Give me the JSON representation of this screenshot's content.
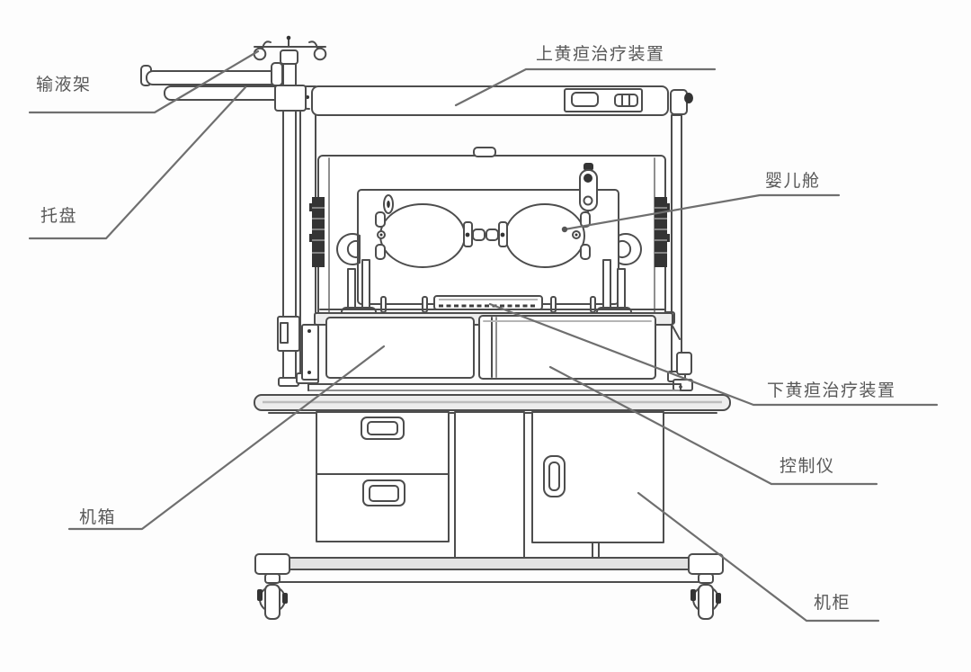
{
  "diagram": {
    "type": "technical-line-drawing",
    "subject": "infant incubator with upper and lower jaundice phototherapy devices, front view with callout labels",
    "colors": {
      "line": "#4d4d4d",
      "leader_line": "#6f6f6f",
      "label_text": "#585858",
      "background": "#fdfdfd",
      "dark_fill": "#343434"
    },
    "labels": {
      "iv_stand": "输液架",
      "tray": "托盘",
      "upper_jaundice_device": "上黄疸治疗装置",
      "infant_compartment": "婴儿舱",
      "lower_jaundice_device": "下黄疸治疗装置",
      "controller": "控制仪",
      "chassis": "机箱",
      "cabinet": "机柜"
    }
  }
}
